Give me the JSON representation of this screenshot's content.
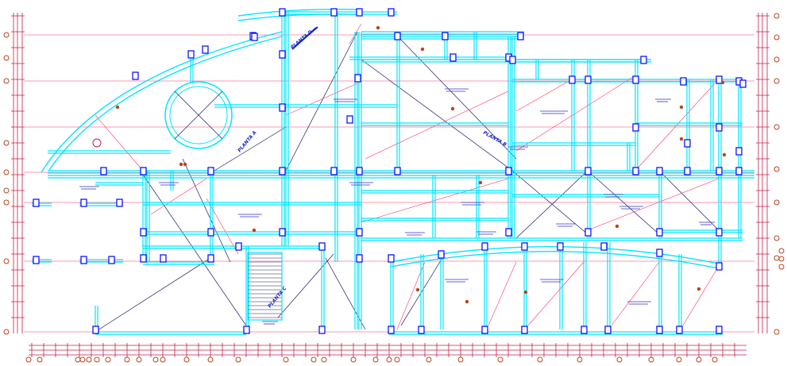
{
  "drawing": {
    "kind": "structural floor framing plan (CAD)",
    "colors": {
      "background": "#ffffff",
      "beam": "#00e5ff",
      "column": "#ffffff",
      "column_outline": "#0000ff",
      "gridline": "#ff3366",
      "dimension": "#c21f4a",
      "bubble": "#b8441a",
      "diagonal": "#1a1a66",
      "section_tag": "#1428c8",
      "note": "#3030c0"
    },
    "section_tags": [
      "PLANTA A",
      "PLANTA B",
      "PLANTA C",
      "PLANTA D"
    ],
    "bubble_count_bottom": 22,
    "bubble_count_left": 9,
    "bubble_count_right": 9
  }
}
